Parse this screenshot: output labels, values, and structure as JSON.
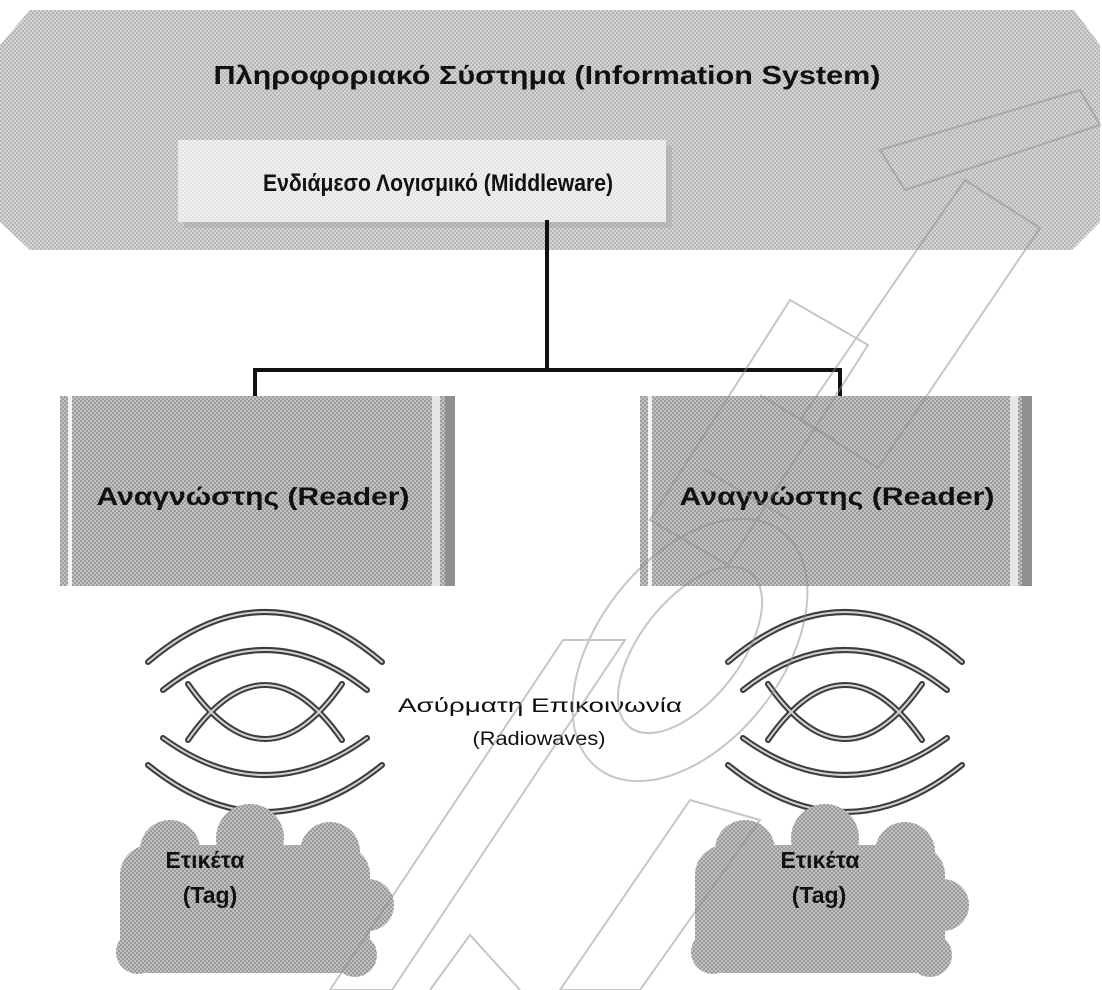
{
  "diagram": {
    "information_system": "Πληροφοριακό Σύστημα (Information System)",
    "middleware": "Ενδιάμεσο Λογισμικό (Middleware)",
    "readers": [
      "Αναγνώστης (Reader)",
      "Αναγνώστης (Reader)"
    ],
    "wireless": {
      "line1": "Ασύρματη Επικοινωνία",
      "line2": "(Radiowaves)"
    },
    "tags": [
      {
        "line1": "Ετικέτα",
        "line2": "(Tag)"
      },
      {
        "line1": "Ετικέτα",
        "line2": "(Tag)"
      }
    ]
  },
  "icons": {
    "left_wave": "radiowave-icon",
    "right_wave": "radiowave-icon",
    "tag_shape": "cloud-shape"
  },
  "colors": {
    "background": "#ffffff",
    "band": "#d4d4d4",
    "band_dot": "#949494",
    "middleware": "#f1f1f1",
    "middleware_dot": "#bdbdbd",
    "reader": "#c4c4c4",
    "reader_dot": "#7e7e7e",
    "tag": "#c2c2c2",
    "tag_dot": "#7c7c7c",
    "connector": "#111111",
    "wave_outline": "#3c3c3c",
    "wave_fill": "#d0d0d0",
    "text": "#111111"
  }
}
